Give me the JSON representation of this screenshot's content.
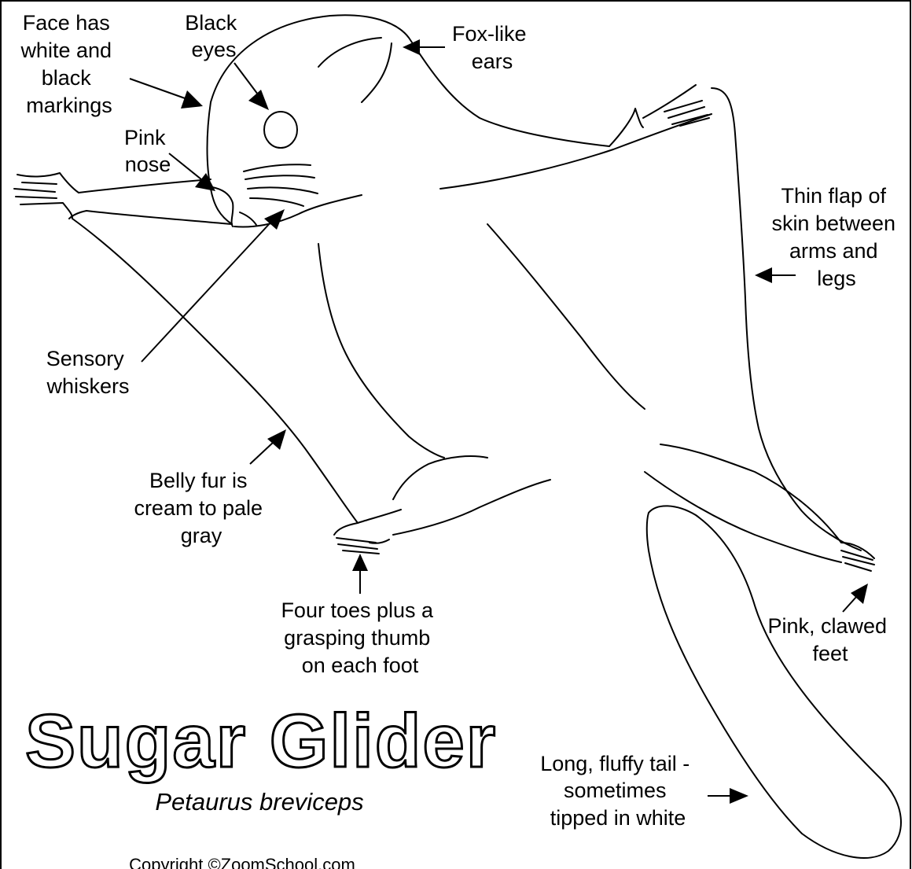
{
  "title": "Sugar Glider",
  "scientific_name": "Petaurus breviceps",
  "copyright": "Copyright ©ZoomSchool.com",
  "labels": {
    "face": [
      "Face has",
      "white and",
      "black",
      "markings"
    ],
    "eyes": [
      "Black",
      "eyes"
    ],
    "ears": [
      "Fox-like",
      "ears"
    ],
    "nose": [
      "Pink",
      "nose"
    ],
    "skin_flap": [
      "Thin flap of",
      "skin between",
      "arms and",
      "legs"
    ],
    "whiskers": [
      "Sensory",
      "whiskers"
    ],
    "belly": [
      "Belly fur is",
      "cream to pale",
      "gray"
    ],
    "toes": [
      "Four toes plus a",
      "grasping thumb",
      "on each foot"
    ],
    "feet": [
      "Pink, clawed",
      "feet"
    ],
    "tail": [
      "Long, fluffy tail -",
      "sometimes",
      "tipped in white"
    ]
  }
}
